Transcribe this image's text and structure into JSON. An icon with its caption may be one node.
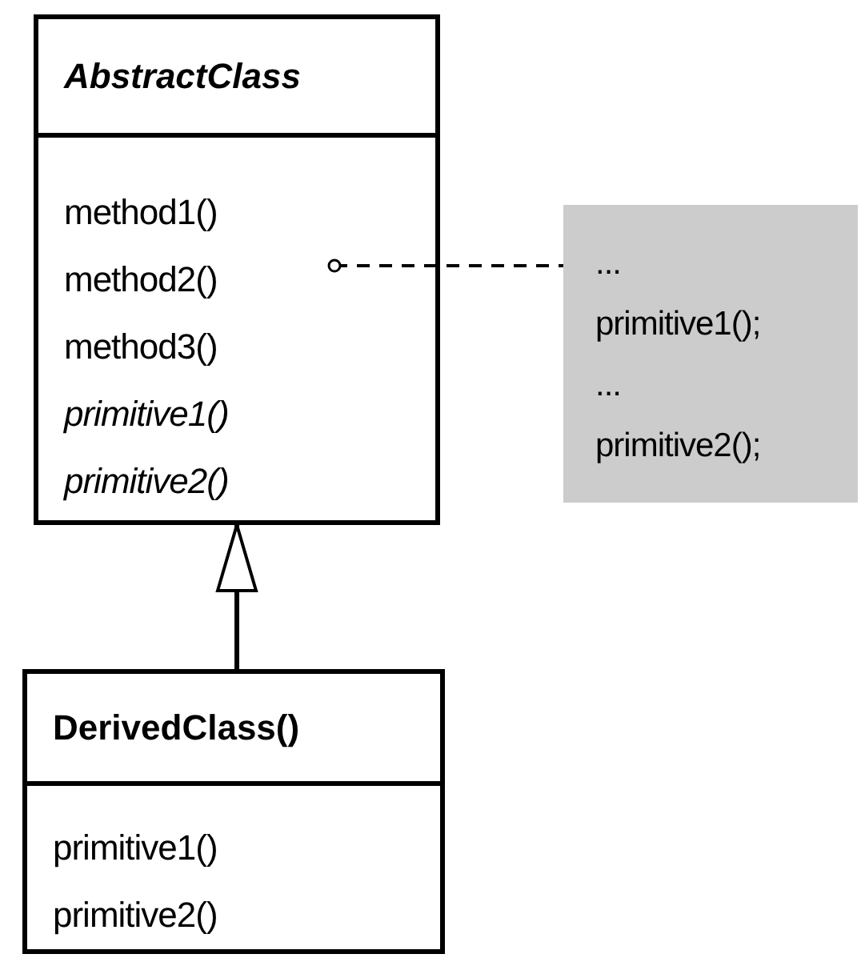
{
  "diagram": {
    "nodes": [
      {
        "text": [
          "AbstractClass",
          "method1()",
          "method2()",
          "method3()",
          "*primitive1()*",
          "*primitive2()*"
        ]
      },
      {
        "text": [
          "...",
          "primitive1();",
          "...",
          "primitive2();"
        ]
      },
      {
        "text": [
          "DerivedClass()",
          "primitive1()",
          "primitive2()"
        ]
      }
    ],
    "edges": [
      {
        "from": 0,
        "to": 1,
        "arrow": "other",
        "style": "dashed"
      },
      {
        "from": 2,
        "to": 0,
        "arrow": "to"
      }
    ]
  }
}
